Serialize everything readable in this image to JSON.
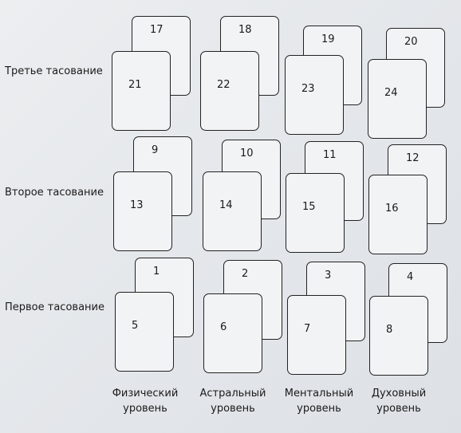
{
  "rows": [
    {
      "label": "Третье тасование",
      "back": [
        "17",
        "18",
        "19",
        "20"
      ],
      "front": [
        "21",
        "22",
        "23",
        "24"
      ]
    },
    {
      "label": "Второе тасование",
      "back": [
        "9",
        "10",
        "11",
        "12"
      ],
      "front": [
        "13",
        "14",
        "15",
        "16"
      ]
    },
    {
      "label": "Первое тасование",
      "back": [
        "1",
        "2",
        "3",
        "4"
      ],
      "front": [
        "5",
        "6",
        "7",
        "8"
      ]
    }
  ],
  "columns": [
    {
      "line1": "Физический",
      "line2": "уровень"
    },
    {
      "line1": "Астральный",
      "line2": "уровень"
    },
    {
      "line1": "Ментальный",
      "line2": "уровень"
    },
    {
      "line1": "Духовный",
      "line2": "уровень"
    }
  ]
}
